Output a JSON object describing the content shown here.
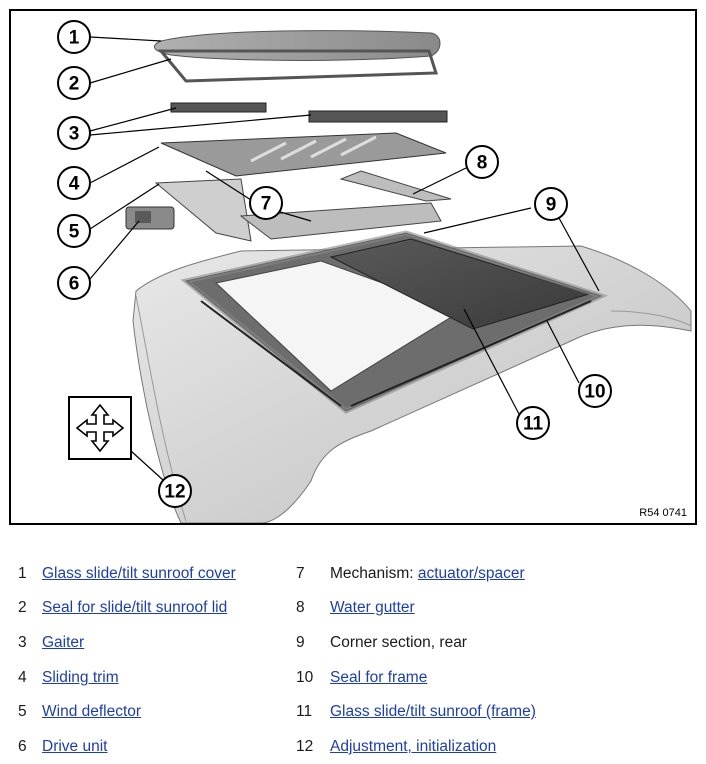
{
  "figure": {
    "code": "R54 0741"
  },
  "callouts": [
    "1",
    "2",
    "3",
    "4",
    "5",
    "6",
    "7",
    "8",
    "9",
    "10",
    "11",
    "12"
  ],
  "legend": [
    {
      "num": "1",
      "prefix": "",
      "link": "Glass slide/tilt sunroof cover"
    },
    {
      "num": "2",
      "prefix": "",
      "link": "Seal for slide/tilt sunroof lid"
    },
    {
      "num": "3",
      "prefix": "",
      "link": "Gaiter"
    },
    {
      "num": "4",
      "prefix": "",
      "link": "Sliding trim"
    },
    {
      "num": "5",
      "prefix": "",
      "link": "Wind deflector"
    },
    {
      "num": "6",
      "prefix": "",
      "link": "Drive unit"
    },
    {
      "num": "7",
      "prefix": "Mechanism: ",
      "link": "actuator/spacer"
    },
    {
      "num": "8",
      "prefix": "",
      "link": "Water gutter"
    },
    {
      "num": "9",
      "prefix": "Corner section, rear",
      "link": ""
    },
    {
      "num": "10",
      "prefix": "",
      "link": "Seal for frame"
    },
    {
      "num": "11",
      "prefix": "",
      "link": "Glass slide/tilt sunroof (frame)"
    },
    {
      "num": "12",
      "prefix": "",
      "link": "Adjustment, initialization"
    }
  ]
}
